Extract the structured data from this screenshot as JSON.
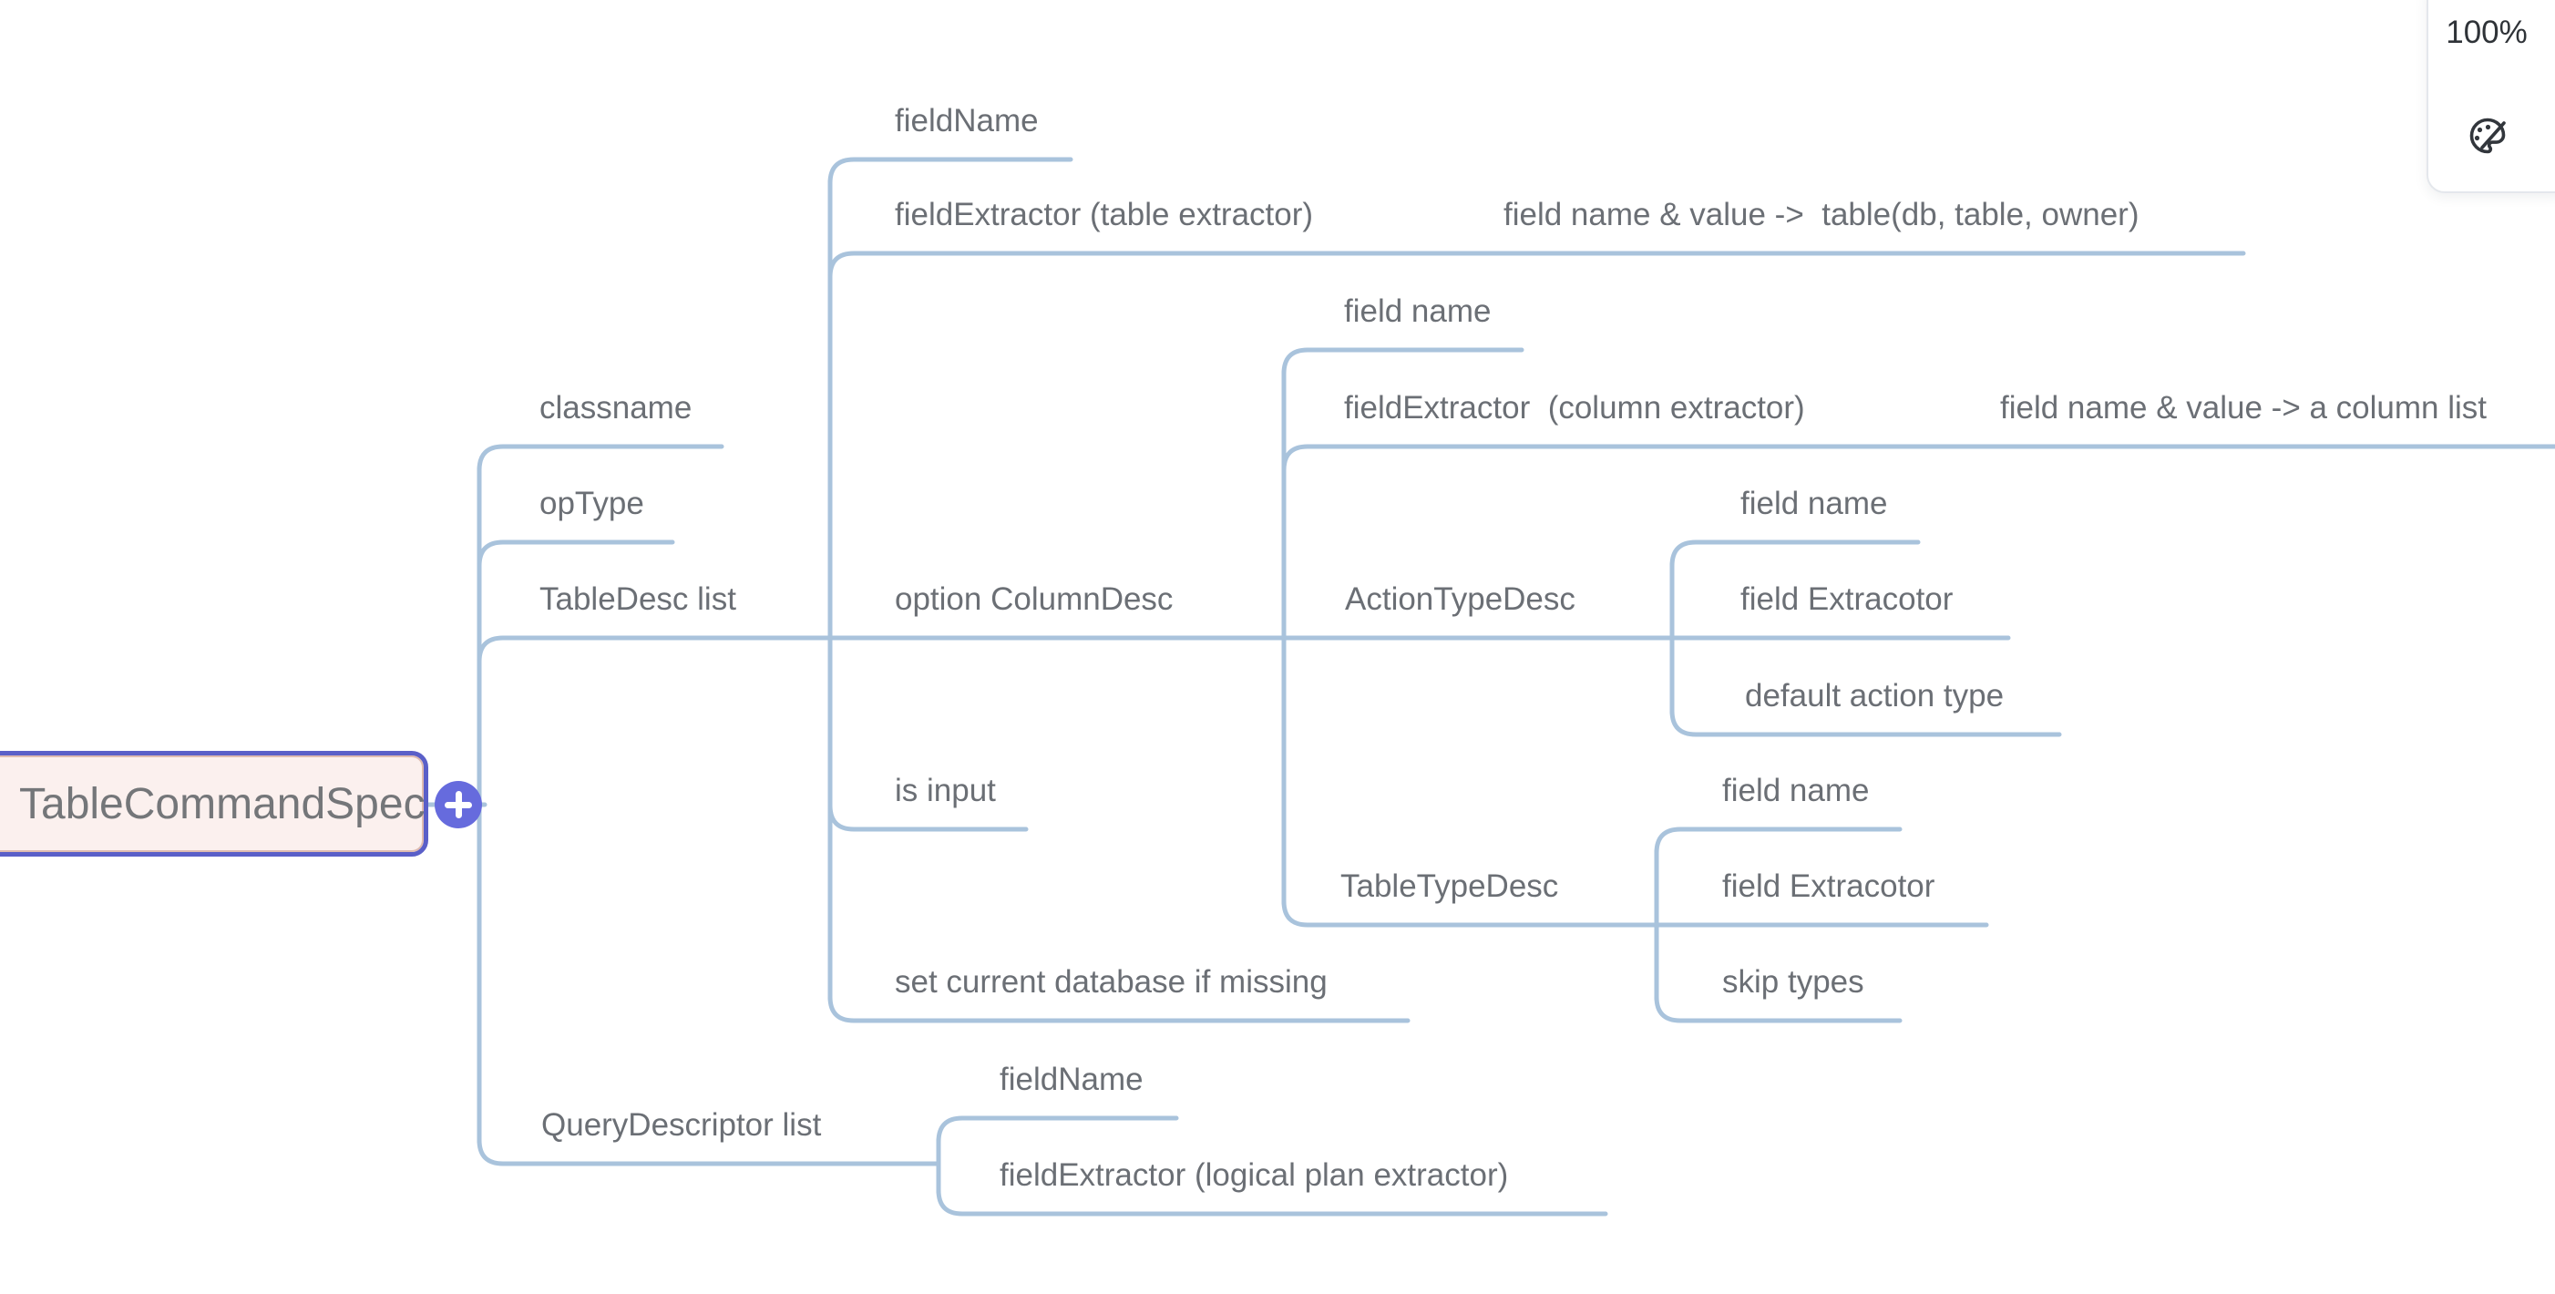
{
  "view_controls": {
    "zoom_level": "100%",
    "palette_icon": "palette-icon"
  },
  "root_node": {
    "label": "TableCommandSpec",
    "add_button": "+"
  },
  "colors": {
    "branch_line": "#a9c3dc",
    "label_text": "#6b6f75",
    "root_fill": "#fbf0ee",
    "root_selection_border": "#5a5fc8",
    "root_inner_border": "#debbb0",
    "add_button_bg": "#666bdd",
    "panel_border": "#e4e7ec",
    "icon_color": "#32363c"
  },
  "nodes": [
    {
      "label": "classname",
      "parent": "TableCommandSpec"
    },
    {
      "label": "opType",
      "parent": "TableCommandSpec"
    },
    {
      "label": "TableDesc list",
      "parent": "TableCommandSpec"
    },
    {
      "label": "QueryDescriptor list",
      "parent": "TableCommandSpec"
    },
    {
      "label": "fieldName",
      "parent": "TableDesc list"
    },
    {
      "label": "fieldExtractor (table extractor)",
      "parent": "TableDesc list"
    },
    {
      "label": "field name & value ->  table(db, table, owner)",
      "parent": "fieldExtractor (table extractor)"
    },
    {
      "label": "option ColumnDesc",
      "parent": "TableDesc list"
    },
    {
      "label": "is input",
      "parent": "TableDesc list"
    },
    {
      "label": "set current database if missing",
      "parent": "TableDesc list"
    },
    {
      "label": "field name",
      "parent": "option ColumnDesc"
    },
    {
      "label": "fieldExtractor  (column extractor)",
      "parent": "option ColumnDesc"
    },
    {
      "label": "field name & value -> a column list",
      "parent": "fieldExtractor  (column extractor)"
    },
    {
      "label": "ActionTypeDesc",
      "parent": "option ColumnDesc"
    },
    {
      "label": "field name",
      "parent": "ActionTypeDesc"
    },
    {
      "label": "field Extracotor",
      "parent": "ActionTypeDesc"
    },
    {
      "label": "default action type",
      "parent": "ActionTypeDesc"
    },
    {
      "label": "TableTypeDesc",
      "parent": "option ColumnDesc"
    },
    {
      "label": "field name",
      "parent": "TableTypeDesc"
    },
    {
      "label": "field Extracotor",
      "parent": "TableTypeDesc"
    },
    {
      "label": "skip types",
      "parent": "TableTypeDesc"
    },
    {
      "label": "fieldName",
      "parent": "QueryDescriptor list"
    },
    {
      "label": "fieldExtractor (logical plan extractor)",
      "parent": "QueryDescriptor list"
    }
  ]
}
